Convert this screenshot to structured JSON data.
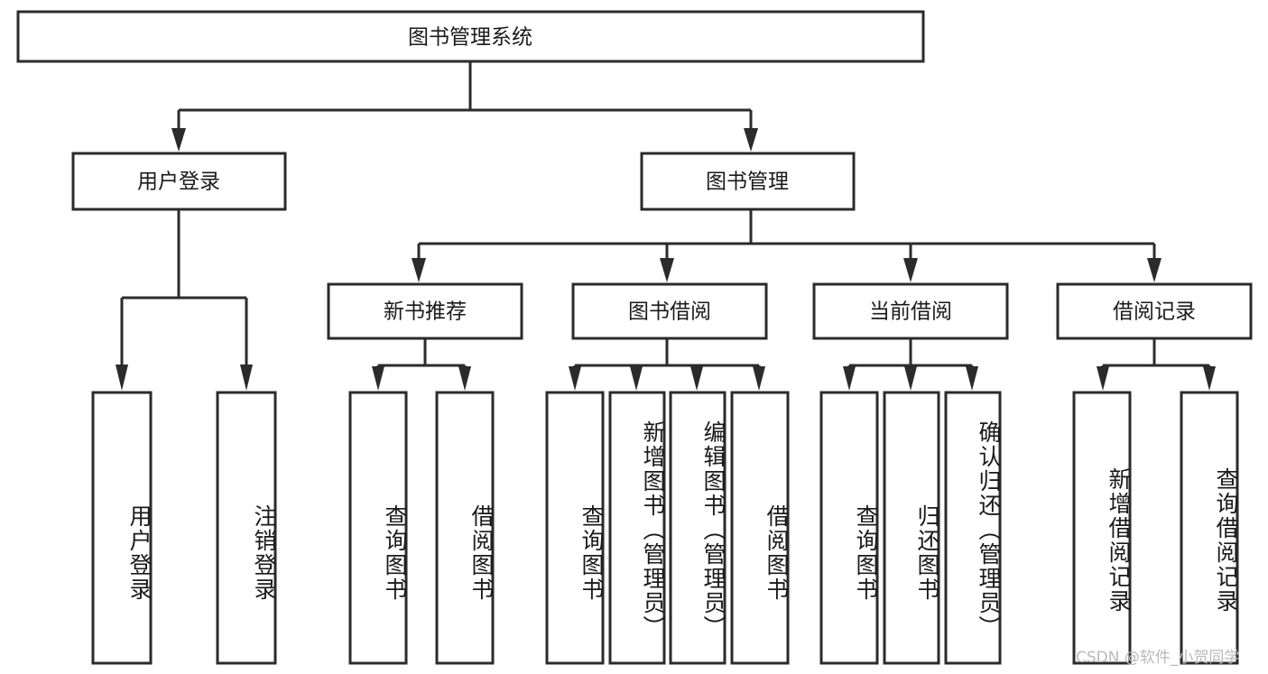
{
  "diagram": {
    "type": "tree-hierarchy",
    "title": "图书管理系统",
    "orientation": "top-down",
    "colors": {
      "stroke": "#2b2b2b",
      "fill": "#ffffff",
      "text": "#1a1a1a",
      "background": "#ffffff",
      "watermark": "#b9b9b9"
    },
    "levels": {
      "root": {
        "label": "图书管理系统"
      },
      "level2": [
        {
          "label": "用户登录"
        },
        {
          "label": "图书管理"
        }
      ],
      "level3": [
        {
          "label": "新书推荐"
        },
        {
          "label": "图书借阅"
        },
        {
          "label": "当前借阅"
        },
        {
          "label": "借阅记录"
        }
      ],
      "leaves": {
        "user_login": [
          "用户登录",
          "注销登录"
        ],
        "new_book_recommend": [
          "查询图书",
          "借阅图书"
        ],
        "book_borrow": [
          "查询图书",
          "新增图书（管理员）",
          "编辑图书（管理员）",
          "借阅图书"
        ],
        "current_borrow": [
          "查询图书",
          "归还图书",
          "确认归还（管理员）"
        ],
        "borrow_record": [
          "新增借阅记录",
          "查询借阅记录"
        ]
      }
    },
    "edges": [
      {
        "from": "图书管理系统",
        "to": "用户登录"
      },
      {
        "from": "图书管理系统",
        "to": "图书管理"
      },
      {
        "from": "图书管理",
        "to": "新书推荐"
      },
      {
        "from": "图书管理",
        "to": "图书借阅"
      },
      {
        "from": "图书管理",
        "to": "当前借阅"
      },
      {
        "from": "图书管理",
        "to": "借阅记录"
      },
      {
        "from": "用户登录",
        "to": "用户登录"
      },
      {
        "from": "用户登录",
        "to": "注销登录"
      },
      {
        "from": "新书推荐",
        "to": "查询图书"
      },
      {
        "from": "新书推荐",
        "to": "借阅图书"
      },
      {
        "from": "图书借阅",
        "to": "查询图书"
      },
      {
        "from": "图书借阅",
        "to": "新增图书（管理员）"
      },
      {
        "from": "图书借阅",
        "to": "编辑图书（管理员）"
      },
      {
        "from": "图书借阅",
        "to": "借阅图书"
      },
      {
        "from": "当前借阅",
        "to": "查询图书"
      },
      {
        "from": "当前借阅",
        "to": "归还图书"
      },
      {
        "from": "当前借阅",
        "to": "确认归还（管理员）"
      },
      {
        "from": "借阅记录",
        "to": "新增借阅记录"
      },
      {
        "from": "借阅记录",
        "to": "查询借阅记录"
      }
    ]
  },
  "watermark": {
    "text": "CSDN @软件_小贺同学"
  }
}
